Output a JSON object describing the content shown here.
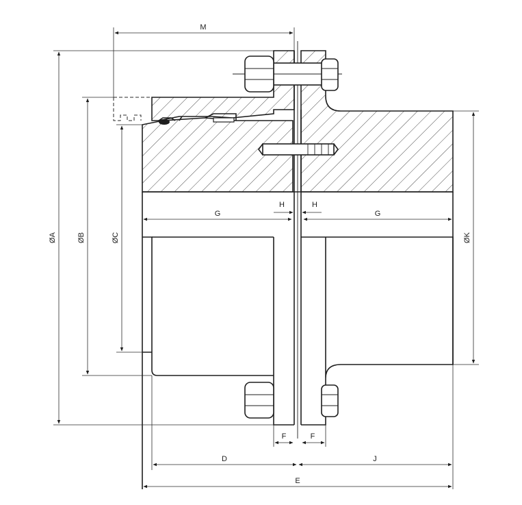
{
  "diagram": {
    "type": "technical-drawing",
    "dimension_labels": {
      "M": "M",
      "A": "ØA",
      "B": "ØB",
      "C": "ØC",
      "K": "ØK",
      "G_left": "G",
      "G_right": "G",
      "H_left": "H",
      "H_right": "H",
      "F_left": "F",
      "F_right": "F",
      "D": "D",
      "J": "J",
      "E": "E"
    },
    "colors": {
      "line": "#1e1e1e",
      "background": "#ffffff"
    }
  }
}
